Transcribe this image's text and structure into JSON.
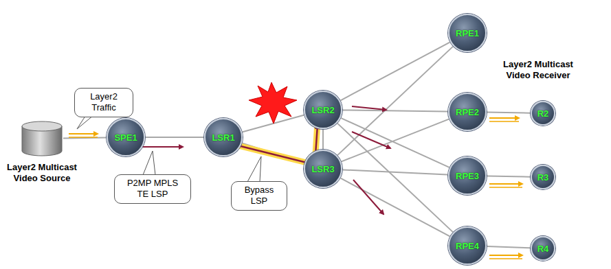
{
  "diagram": {
    "nodes": [
      {
        "text": [
          "Layer2 Multicast Video Source"
        ]
      },
      {
        "text": [
          "Layer2 Traffic"
        ]
      },
      {
        "text": [
          "SPE1"
        ]
      },
      {
        "text": [
          "P2MP MPLS TE LSP"
        ]
      },
      {
        "text": [
          "LSR1"
        ]
      },
      {
        "text": [
          "Bypass LSP"
        ]
      },
      {
        "text": [
          "LSR2"
        ]
      },
      {
        "text": [
          "LSR3"
        ]
      },
      {
        "text": [
          "RPE1"
        ]
      },
      {
        "text": [
          "RPE2"
        ]
      },
      {
        "text": [
          "RPE3"
        ]
      },
      {
        "text": [
          "RPE4"
        ]
      },
      {
        "text": [
          "R2"
        ]
      },
      {
        "text": [
          "R3"
        ]
      },
      {
        "text": [
          "R4"
        ]
      }
    ],
    "edges": [
      {
        "from": 0,
        "to": 2,
        "arrow": "none"
      },
      {
        "from": 2,
        "to": 4,
        "arrow": "none"
      },
      {
        "from": 4,
        "to": 6,
        "arrow": "none"
      },
      {
        "from": 4,
        "to": 7,
        "arrow": "none"
      },
      {
        "from": 6,
        "to": 7,
        "arrow": "none"
      },
      {
        "from": 6,
        "to": 8,
        "arrow": "none"
      },
      {
        "from": 6,
        "to": 9,
        "arrow": "none"
      },
      {
        "from": 6,
        "to": 10,
        "arrow": "none"
      },
      {
        "from": 6,
        "to": 11,
        "arrow": "none"
      },
      {
        "from": 7,
        "to": 8,
        "arrow": "none"
      },
      {
        "from": 7,
        "to": 9,
        "arrow": "none"
      },
      {
        "from": 7,
        "to": 10,
        "arrow": "none"
      },
      {
        "from": 7,
        "to": 11,
        "arrow": "none"
      },
      {
        "from": 9,
        "to": 12,
        "arrow": "none"
      },
      {
        "from": 10,
        "to": 13,
        "arrow": "none"
      },
      {
        "from": 11,
        "to": 14,
        "arrow": "none"
      }
    ],
    "labels": [
      "Layer2 Multicast Video Receiver"
    ]
  }
}
